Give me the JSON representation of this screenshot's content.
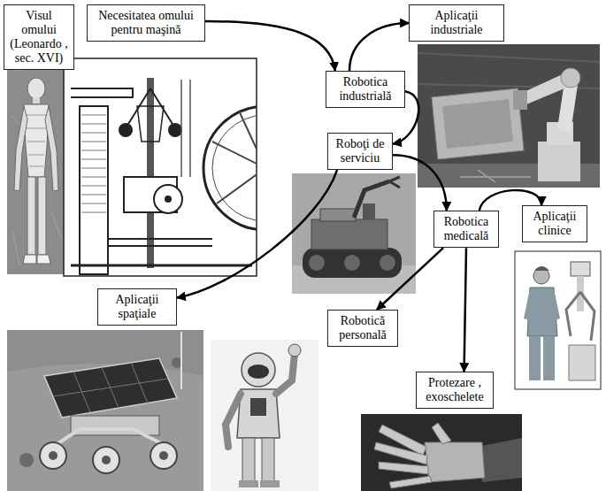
{
  "diagram": {
    "nodes": [
      {
        "text": [
          "Visul omului (Leonardo , sec. XVI)"
        ]
      },
      {
        "text": [
          "Necesitatea omului pentru maşină"
        ]
      },
      {
        "text": [
          "Robotica industrială"
        ]
      },
      {
        "text": [
          "Aplicaţii industriale"
        ]
      },
      {
        "text": [
          "Roboţi de serviciu"
        ]
      },
      {
        "text": [
          "Robotica medicală"
        ]
      },
      {
        "text": [
          "Aplicaţii clinice"
        ]
      },
      {
        "text": [
          "Aplicaţii spaţiale"
        ]
      },
      {
        "text": [
          "Robotică personală"
        ]
      },
      {
        "text": [
          "Protezare , exoschelete"
        ]
      }
    ],
    "edges": [
      {
        "from": 1,
        "to": 2,
        "arrow": "to"
      },
      {
        "from": 2,
        "to": 3,
        "arrow": "to"
      },
      {
        "from": 2,
        "to": 4,
        "arrow": "to"
      },
      {
        "from": 4,
        "to": 5,
        "arrow": "to"
      },
      {
        "from": 5,
        "to": 6,
        "arrow": "to"
      },
      {
        "from": 5,
        "to": 9,
        "arrow": "to"
      },
      {
        "from": 5,
        "to": 8,
        "arrow": "to"
      },
      {
        "from": 4,
        "to": 7,
        "arrow": "to"
      }
    ]
  }
}
